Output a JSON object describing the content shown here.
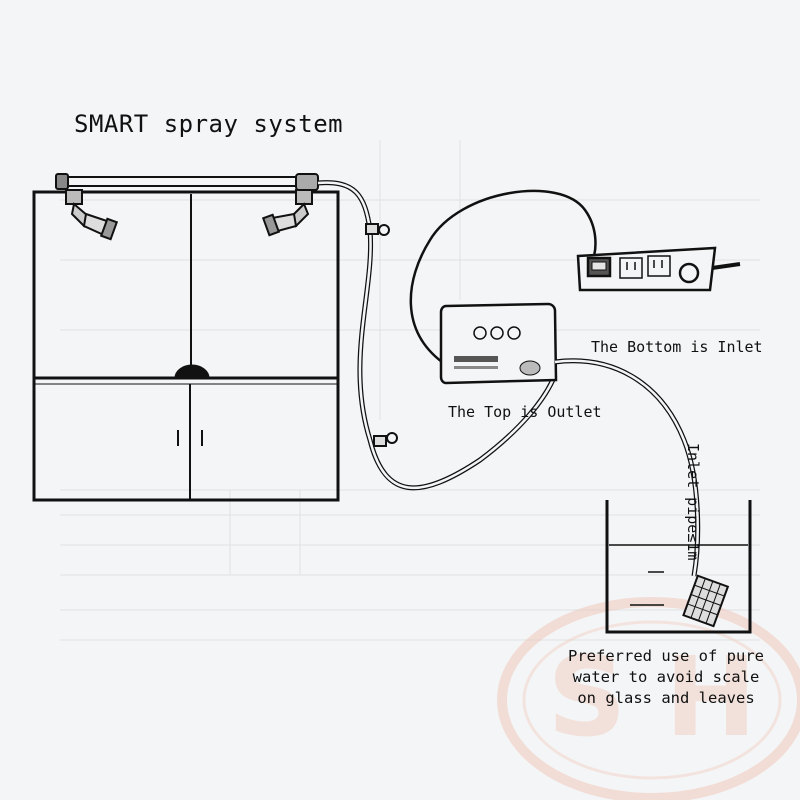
{
  "title": "SMART spray system",
  "labels": {
    "bottom_inlet": "The Bottom is Inlet",
    "top_outlet": "The Top is Outlet",
    "inlet_pipe": "Inlet pipe≤1m"
  },
  "note": {
    "line1": "Preferred use of pure",
    "line2": "water to avoid scale",
    "line3": "on glass and leaves"
  },
  "watermark": {
    "text": "S·H",
    "color": "#e8b8a8"
  },
  "colors": {
    "ink": "#111111",
    "paper": "#f4f5f6"
  }
}
